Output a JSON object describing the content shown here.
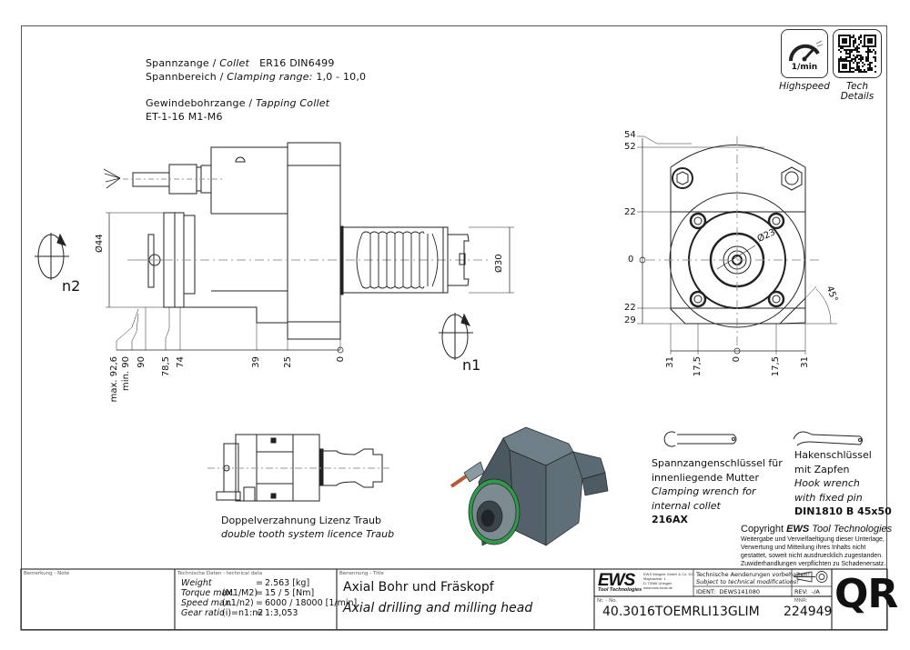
{
  "specs": {
    "collet_label_de": "Spannzange /",
    "collet_label_en": "Collet",
    "collet_value": "ER16   DIN6499",
    "clamping_label_de": "Spannbereich /",
    "clamping_label_en": "Clamping range:",
    "clamping_value": "1,0 - 10,0",
    "tapping_label_de": "Gewindebohrzange /",
    "tapping_label_en": "Tapping Collet",
    "tapping_value": "ET-1-16  M1-M6"
  },
  "badges": {
    "highspeed_unit": "1/min",
    "highspeed_caption": "Highspeed",
    "tech_caption_1": "Tech",
    "tech_caption_2": "Details"
  },
  "side_view": {
    "rotation_n2": "n2",
    "rotation_n1": "n1",
    "dia_44": "Ø44",
    "dia_30": "Ø30",
    "dims": [
      "max. 92,6",
      "min. 90",
      "90",
      "78,5",
      "74",
      "39",
      "25",
      "0"
    ]
  },
  "front_view": {
    "v_dims": [
      "54",
      "52",
      "22",
      "0",
      "22",
      "29"
    ],
    "h_dims": [
      "31",
      "17,5",
      "0",
      "17,5",
      "31"
    ],
    "dia_23": "Ø23",
    "angle": "45°"
  },
  "small_view": {
    "caption_de": "Doppelverzahnung Lizenz Traub",
    "caption_en": "double tooth system licence Traub"
  },
  "wrenches": {
    "clamp_de_1": "Spannzangenschlüssel für",
    "clamp_de_2": "innenliegende Mutter",
    "clamp_en_1": "Clamping wrench for",
    "clamp_en_2": "internal collet",
    "clamp_code": "216AX",
    "hook_de_1": "Hakenschlüssel",
    "hook_de_2": "mit Zapfen",
    "hook_en_1": "Hook wrench",
    "hook_en_2": "with fixed pin",
    "hook_code": "DIN1810 B 45x50"
  },
  "copyright": {
    "title_prefix": "Copyright ",
    "title_brand": "EWS",
    "title_suffix": " Tool Technologies",
    "lines": [
      "Weitergabe und Vervielfaeltigung dieser Unterlage,",
      "Verwertung und Mitteilung ihres Inhalts nicht",
      "gestattet, soweit nicht ausdruecklich zugestanden.",
      "Zuwiderhandlungen verpflichten zu Schadenersatz."
    ]
  },
  "title_block": {
    "note_label": "Bemerkung - Note",
    "tech_label": "Technische Daten - technical data",
    "tech_rows": [
      {
        "name": "Weight",
        "param": "",
        "eq": "=",
        "value": "2.563 [kg]"
      },
      {
        "name": "Torque max.",
        "param": "(M1/M2)",
        "eq": "=",
        "value": "15  /  5 [Nm]"
      },
      {
        "name": "Speed max.",
        "param": "(n1/n2)",
        "eq": "=",
        "value": "6000 / 18000 [1/min]"
      },
      {
        "name": "Gear ratio",
        "param": "(i)=n1:n2",
        "eq": "=",
        "value": "1:3,053"
      }
    ],
    "title_label": "Benennung - Title",
    "title_de": "Axial Bohr und Fräskopf",
    "title_en": "Axial drilling and milling head",
    "logo_text": "EWS",
    "logo_sub": "Tool Technologies",
    "company_lines": [
      "EWS Weigele GmbH & Co. KG",
      "Maybachstr. 1",
      "D-73066 Uhingen",
      "www.ews-tools.de"
    ],
    "notice_de": "Technische Aenderungen vorbehalten!",
    "notice_en": "Subject to technical modifications!",
    "ident_label": "IDENT:",
    "ident_value": "DEWS141080",
    "rev_label": "REV:",
    "rev_value": "-/A",
    "nr_label": "Nr. - No.",
    "nr_value": "40.3016TOEMRLI13GLIM",
    "mnr_label": "MNR:",
    "mnr_value": "224949",
    "qr_label": "QR"
  }
}
